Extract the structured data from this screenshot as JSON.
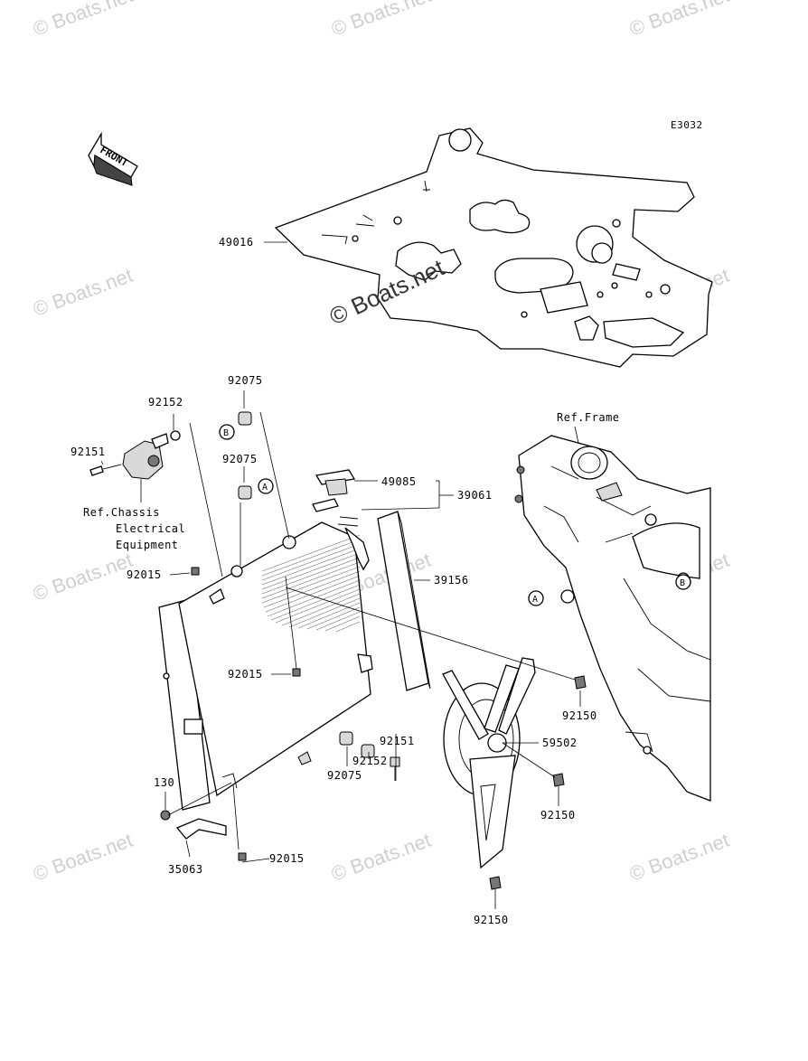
{
  "diagram_code": "E3032",
  "front_label": "FRONT",
  "watermark": "© Boats.net",
  "refs": {
    "frame": "Ref.Frame",
    "chassis_line1": "Ref.Chassis",
    "chassis_line2": "Electrical",
    "chassis_line3": "Equipment"
  },
  "markers": {
    "a": "A",
    "b": "B"
  },
  "parts": {
    "p49016": "49016",
    "p92075_top": "92075",
    "p92152_top": "92152",
    "p92151_top": "92151",
    "p92075_mid": "92075",
    "p49085": "49085",
    "p39061": "39061",
    "p92015_left": "92015",
    "p39156": "39156",
    "p92015_center": "92015",
    "p92150_right": "92150",
    "p92151_bottom": "92151",
    "p92152_bottom": "92152",
    "p92075_bottom": "92075",
    "p59502": "59502",
    "p92150_mid": "92150",
    "p130": "130",
    "p35063": "35063",
    "p92015_bottom": "92015",
    "p92150_bottom": "92150"
  }
}
